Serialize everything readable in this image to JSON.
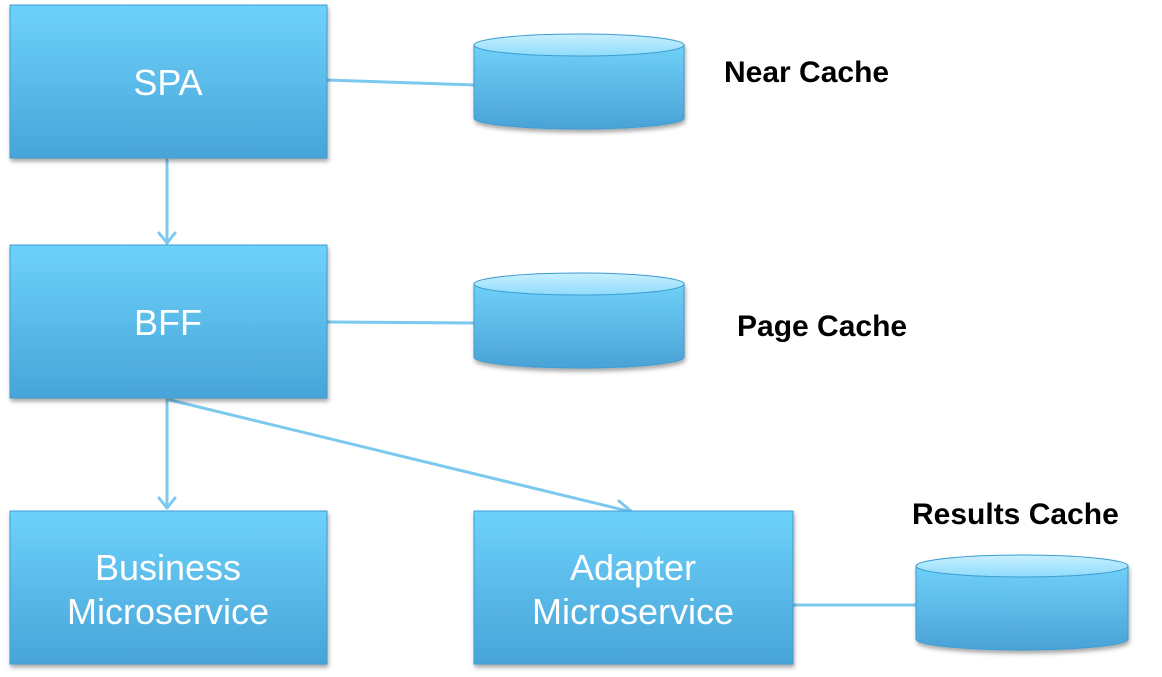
{
  "nodes": {
    "spa": {
      "label": "SPA"
    },
    "bff": {
      "label": "BFF"
    },
    "business": {
      "line1": "Business",
      "line2": "Microservice"
    },
    "adapter": {
      "line1": "Adapter",
      "line2": "Microservice"
    }
  },
  "caches": {
    "near": {
      "label": "Near Cache"
    },
    "page": {
      "label": "Page Cache"
    },
    "results": {
      "label": "Results Cache"
    }
  },
  "colors": {
    "box_top": "#6dcff9",
    "box_bottom": "#4aa6d9",
    "box_border": "#3d9dd3",
    "connector": "#7cc9ef"
  }
}
